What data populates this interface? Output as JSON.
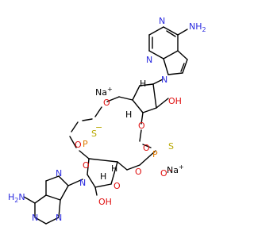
{
  "molecule": {
    "atoms": {
      "nh2_top": "NH",
      "nh2_top_sub": "2",
      "n_top_1": "N",
      "n_top_2": "N",
      "n_top_3": "N",
      "oh_right": "OH",
      "na_left": "Na",
      "na_left_charge": "+",
      "na_right": "Na",
      "na_right_charge": "+",
      "s_left": "S",
      "s_left_charge": "−",
      "o_ring_left": "O",
      "o_ring_center": "O",
      "p_left": "P",
      "o_dbl_left": "O",
      "o_ring_right": "O",
      "p_right": "P",
      "s_right": "S",
      "o_minus_right": "O",
      "o_minus_right_charge": "−",
      "o_bottom_left": "O",
      "o_bottom_right": "O",
      "o_sugar_bottom": "O",
      "oh_bottom": "OH",
      "n_bot_1": "N",
      "n_bot_2": "N",
      "n_bot_3": "N",
      "n_bot_4": "N",
      "h2n_bottom": "H",
      "h2n_bottom_sub": "2",
      "h2n_bottom_n": "N",
      "h_stereo_1": "H",
      "h_stereo_2": "H",
      "h_stereo_3": "H",
      "h_stereo_4": "H"
    },
    "colors": {
      "bond": "#000000",
      "nitrogen": "#2a2ae0",
      "oxygen": "#e01010",
      "phosphorus": "#e07b00",
      "sulfur": "#b8a800",
      "sodium": "#000000"
    }
  }
}
